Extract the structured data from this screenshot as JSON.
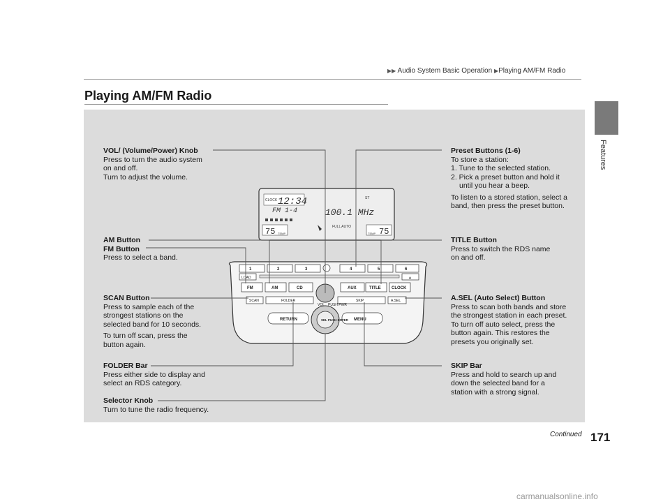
{
  "breadcrumb": [
    "Audio System Basic Operation",
    "Playing AM/FM Radio"
  ],
  "page_title": "Playing AM/FM Radio",
  "side_tab": "Features",
  "page_number": "171",
  "continued": "Continued",
  "watermark": "carmanualsonline.info",
  "labels": {
    "vol": {
      "title": "VOL/ (Volume/Power) Knob",
      "lines": [
        "Press to turn the audio system",
        "on and off.",
        "Turn to adjust the volume."
      ]
    },
    "am": {
      "title": "AM Button"
    },
    "fm": {
      "title": "FM Button",
      "lines": [
        "Press to select a band."
      ]
    },
    "scan": {
      "title": "SCAN Button",
      "lines": [
        "Press to sample each of the",
        "strongest stations on the",
        "selected band for 10 seconds.",
        "To turn off scan, press the",
        "button again."
      ]
    },
    "folder": {
      "title": "FOLDER Bar",
      "lines": [
        "Press either side to display and",
        "select an RDS category."
      ]
    },
    "selector": {
      "title": "Selector Knob",
      "lines": [
        "Turn to tune the radio frequency."
      ]
    },
    "preset": {
      "title": "Preset Buttons (1-6)",
      "lines": [
        "To store a station:",
        "1.  Tune to the selected station.",
        "2.  Pick a preset button and hold it",
        "until you hear a beep.",
        "To listen to a stored station, select a",
        "band, then press the preset button."
      ]
    },
    "title_btn": {
      "title": "TITLE Button",
      "lines": [
        "Press to switch the RDS name",
        "on and off."
      ]
    },
    "asel": {
      "title": "A.SEL (Auto Select) Button",
      "lines": [
        "Press to scan both bands and store",
        "the strongest station in each preset.",
        "To turn off auto select, press the",
        "button again. This restores the",
        "presets you originally set."
      ]
    },
    "skip": {
      "title": "SKIP Bar",
      "lines": [
        "Press and hold to search up and",
        "down the selected band for a",
        "station with a strong signal."
      ]
    }
  },
  "unit": {
    "display": {
      "clock_label": "CLOCK",
      "time": "12:34",
      "band": "FM 1-4",
      "freq": "100.1 MHz",
      "st": "ST",
      "temp_left": "75",
      "temp_right": "75",
      "temp_label": "TEMP",
      "full_auto": "FULL AUTO"
    },
    "presets": [
      "1",
      "2",
      "3",
      "4",
      "5",
      "6"
    ],
    "row2": [
      "LOAD",
      "",
      "",
      "",
      "",
      "",
      "",
      ""
    ],
    "row3": [
      "FM",
      "AM",
      "CD",
      "AUX",
      "TITLE",
      "CLOCK"
    ],
    "row4": [
      "SCAN",
      "FOLDER",
      "VOL",
      "PUSH PWR",
      "SKIP",
      "A.SEL"
    ],
    "bottom": [
      "RETURN",
      "SEL PUSH ENTER",
      "MENU"
    ]
  }
}
